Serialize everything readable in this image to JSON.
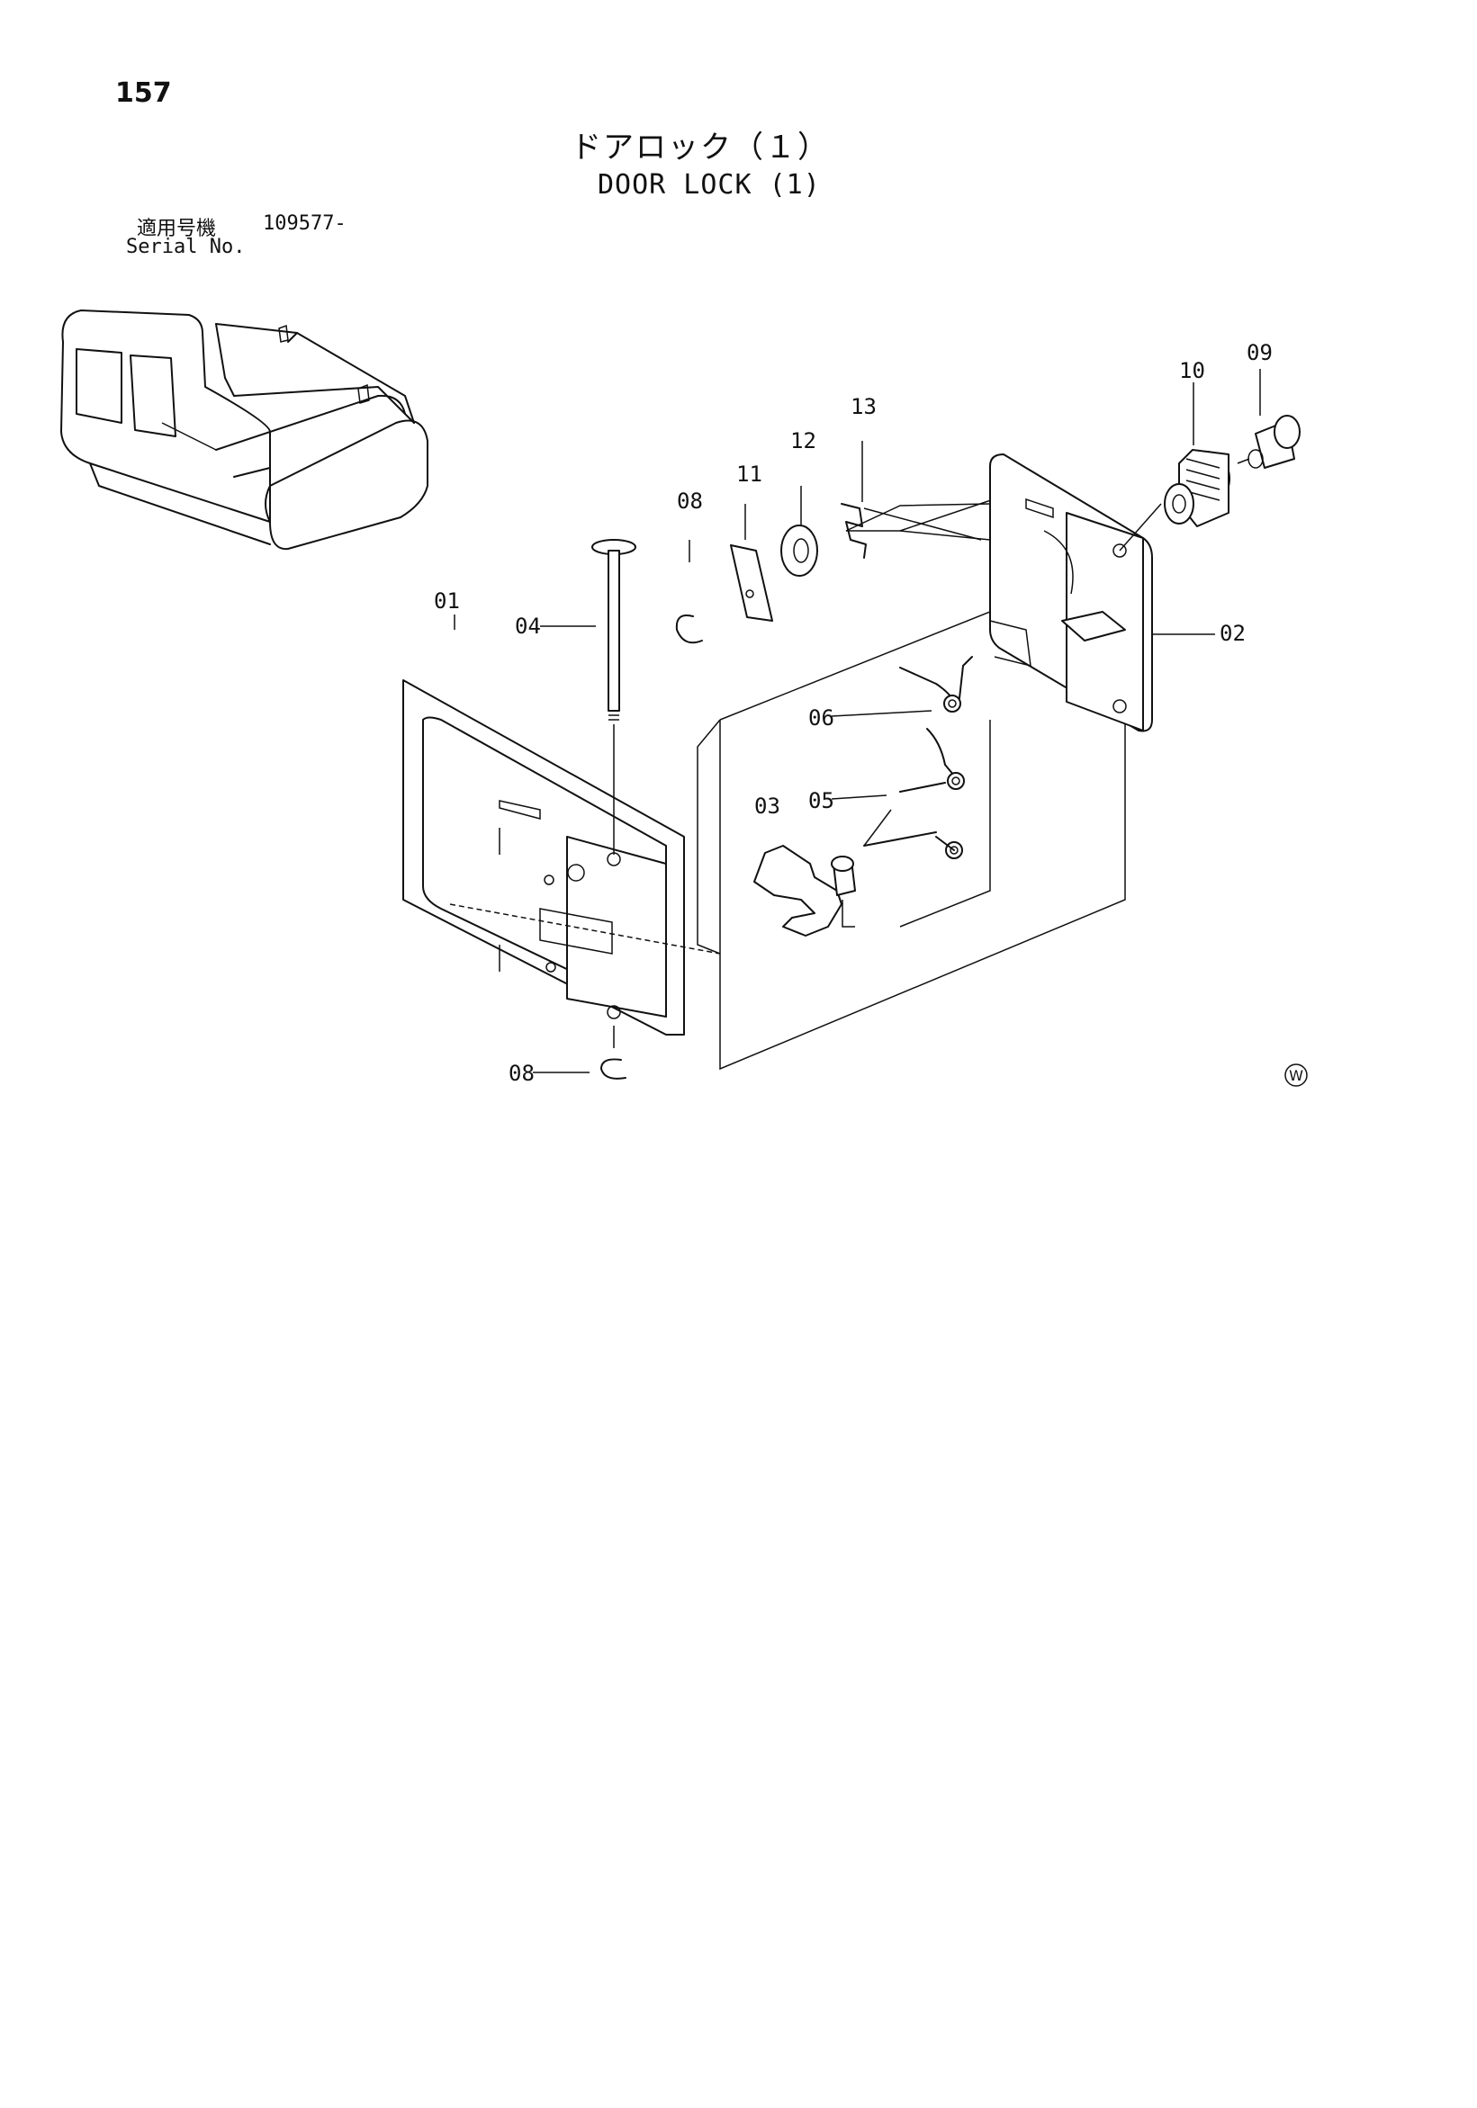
{
  "page": {
    "number": "157",
    "title_jp": "ドアロック（１）",
    "title_en": "DOOR LOCK (1)",
    "serial_label_jp": "適用号機",
    "serial_value": "109577-",
    "serial_label_en": "Serial No."
  },
  "diagram": {
    "parts": [
      {
        "id": "p01",
        "label": "01"
      },
      {
        "id": "p02",
        "label": "02"
      },
      {
        "id": "p03",
        "label": "03"
      },
      {
        "id": "p04",
        "label": "04"
      },
      {
        "id": "p05",
        "label": "05"
      },
      {
        "id": "p06",
        "label": "06"
      },
      {
        "id": "p08a",
        "label": "08"
      },
      {
        "id": "p08b",
        "label": "08"
      },
      {
        "id": "p09",
        "label": "09"
      },
      {
        "id": "p10",
        "label": "10"
      },
      {
        "id": "p11",
        "label": "11"
      },
      {
        "id": "p12",
        "label": "12"
      },
      {
        "id": "p13",
        "label": "13"
      }
    ],
    "watermark_symbol": "W"
  }
}
